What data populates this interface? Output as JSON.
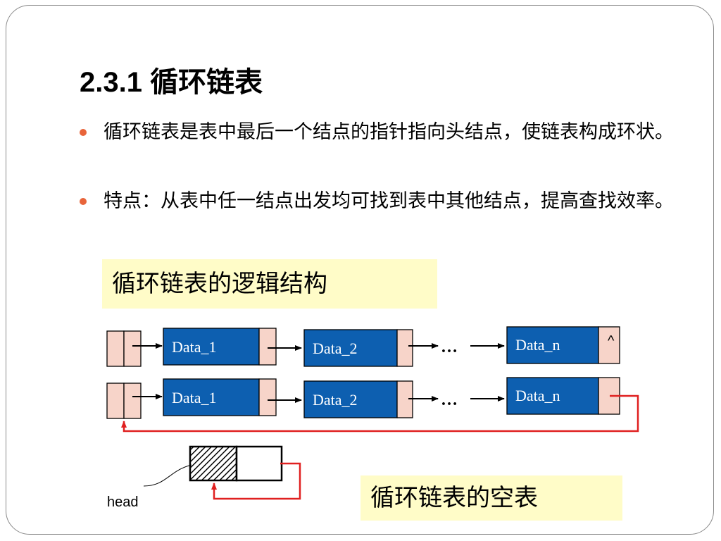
{
  "slide": {
    "title": "2.3.1 循环链表",
    "bullets": [
      "循环链表是表中最后一个结点的指针指向头结点，使链表构成环状。",
      "特点：从表中任一结点出发均可找到表中其他结点，提高查找效率。"
    ]
  },
  "diagram": {
    "logic_label": "循环链表的逻辑结构",
    "empty_label": "循环链表的空表",
    "rows": [
      {
        "nodes": [
          "Data_1",
          "Data_2",
          "Data_n"
        ],
        "ellipsis": "…",
        "last_pointer": "^"
      },
      {
        "nodes": [
          "Data_1",
          "Data_2",
          "Data_n"
        ],
        "ellipsis": "…"
      }
    ],
    "head_label": "head",
    "colors": {
      "data_fill": "#0d5fb0",
      "pointer_fill": "#f7d4c9",
      "label_bg": "#fffcc8",
      "loop_arrow": "#e02020",
      "bullet_dot": "#e8643a"
    }
  }
}
